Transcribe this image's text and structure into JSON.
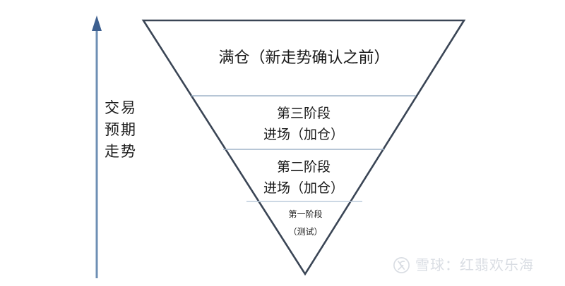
{
  "diagram": {
    "type": "inverted-funnel",
    "axis": {
      "name": "y-axis-arrow",
      "direction": "up",
      "color": "#6e8fb4",
      "label_lines": [
        "交易",
        "预期",
        "走势"
      ]
    },
    "funnel": {
      "outline_color": "#3a4555",
      "divider_color": "#b8c6d6",
      "fill_color": "#ffffff",
      "bands": [
        {
          "id": "full-position",
          "lines": [
            "满仓（新走势确认之前）"
          ],
          "font_size": 22
        },
        {
          "id": "stage-three",
          "lines": [
            "第三阶段",
            "进场（加仓）"
          ],
          "font_size": 19
        },
        {
          "id": "stage-two",
          "lines": [
            "第二阶段",
            "进场（加仓）"
          ],
          "font_size": 19
        },
        {
          "id": "stage-one",
          "lines": [
            "第一阶段",
            "（测试）"
          ],
          "font_size": 12
        }
      ]
    }
  },
  "watermark": {
    "icon": "xueqiu-logo-icon",
    "text": "雪球：红翡欢乐海",
    "color": "#d9dde3"
  }
}
